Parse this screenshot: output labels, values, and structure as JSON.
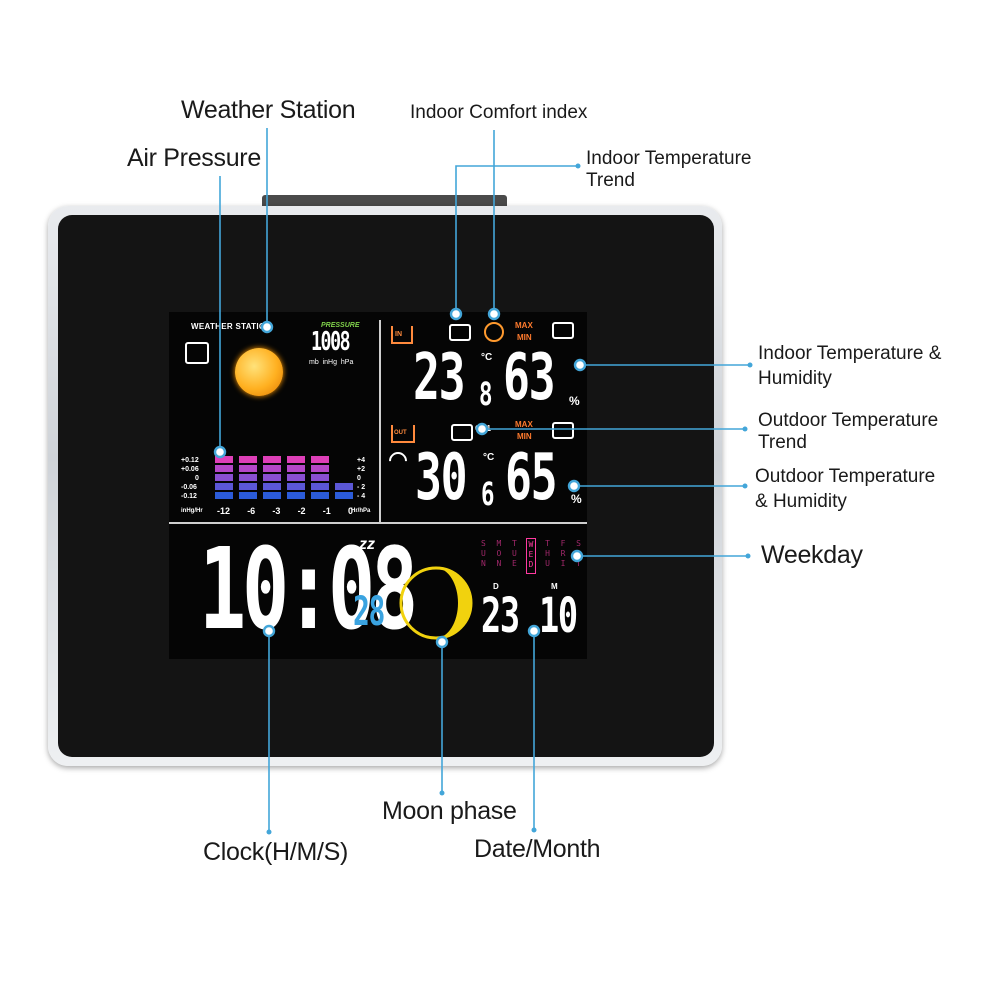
{
  "callouts": {
    "weather_station": "Weather Station",
    "air_pressure": "Air Pressure",
    "indoor_comfort": "Indoor Comfort index",
    "indoor_trend_1": "Indoor Temperature",
    "indoor_trend_2": "Trend",
    "indoor_th_1": "Indoor Temperature &",
    "indoor_th_2": "Humidity",
    "outdoor_trend_1": "Outdoor Temperature",
    "outdoor_trend_2": "Trend",
    "outdoor_th_1": "Outdoor Temperature",
    "outdoor_th_2": "& Humidity",
    "weekday": "Weekday",
    "clock": "Clock(H/M/S)",
    "moon_phase": "Moon phase",
    "date_month": "Date/Month"
  },
  "screen": {
    "header": "WEATHER STATION",
    "pressure_label": "PRESSURE",
    "pressure_value": "1008",
    "pressure_units": "mb  inHg  hPa",
    "graph_left_ticks": [
      "+0.12",
      "+0.06",
      "0",
      "-0.06",
      "-0.12"
    ],
    "graph_right_ticks": [
      "+4",
      "+2",
      "0",
      "- 2",
      "- 4"
    ],
    "graph_x_left_unit": "inHg/Hr",
    "graph_x_ticks": [
      "-12",
      "-6",
      "-3",
      "-2",
      "-1",
      "0"
    ],
    "graph_x_right_unit": "Hr/hPa",
    "graph_bar_levels": [
      5,
      5,
      5,
      5,
      5,
      2
    ],
    "in_badge": "IN",
    "out_badge": "OUT",
    "max_label": "MAX",
    "min_label": "MIN",
    "indoor_temp_int": "23",
    "indoor_temp_dec": "8",
    "indoor_unit_c": "°C",
    "indoor_humidity": "63",
    "outdoor_temp_int": "30",
    "outdoor_temp_dec": "6",
    "outdoor_unit_c": "°C",
    "outdoor_humidity": "65",
    "percent": "%",
    "ch_label": "CH1",
    "clock_time": "10:08",
    "clock_seconds": "28",
    "snooze": "zz",
    "weekday_letters": [
      [
        "S",
        "U",
        "N"
      ],
      [
        "M",
        "O",
        "N"
      ],
      [
        "T",
        "U",
        "E"
      ],
      [
        "W",
        "E",
        "D"
      ],
      [
        "T",
        "H",
        "U"
      ],
      [
        "F",
        "R",
        "I"
      ],
      [
        "S",
        "A",
        "T"
      ]
    ],
    "weekday_active": "WED",
    "date_d_label": "D",
    "date_m_label": "M",
    "date_day": "23",
    "date_month": "10"
  }
}
